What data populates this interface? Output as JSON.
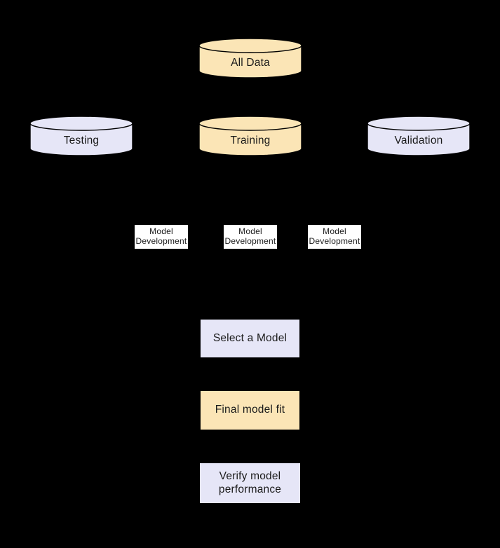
{
  "diagram": {
    "description": "Data splitting and model development flowchart on black background",
    "background_color": "#000000",
    "colors": {
      "cream": "#FBE5B6",
      "lavender": "#E6E6F7",
      "white": "#FFFFFF",
      "outline": "#000000",
      "text": "#1A1A1A"
    },
    "nodes": {
      "all_data": {
        "label": "All Data",
        "shape": "cylinder",
        "fill": "cream"
      },
      "testing": {
        "label": "Testing",
        "shape": "cylinder",
        "fill": "lavender"
      },
      "training": {
        "label": "Training",
        "shape": "cylinder",
        "fill": "cream"
      },
      "validation": {
        "label": "Validation",
        "shape": "cylinder",
        "fill": "lavender"
      },
      "model_dev_1": {
        "label": "Model Development",
        "shape": "rect",
        "fill": "white"
      },
      "model_dev_2": {
        "label": "Model Development",
        "shape": "rect",
        "fill": "white"
      },
      "model_dev_3": {
        "label": "Model Development",
        "shape": "rect",
        "fill": "white"
      },
      "select_model": {
        "label": "Select a Model",
        "shape": "rect",
        "fill": "lavender"
      },
      "final_fit": {
        "label": "Final model fit",
        "shape": "rect",
        "fill": "cream"
      },
      "verify_perf": {
        "label": "Verify model performance",
        "shape": "rect",
        "fill": "lavender"
      }
    }
  }
}
